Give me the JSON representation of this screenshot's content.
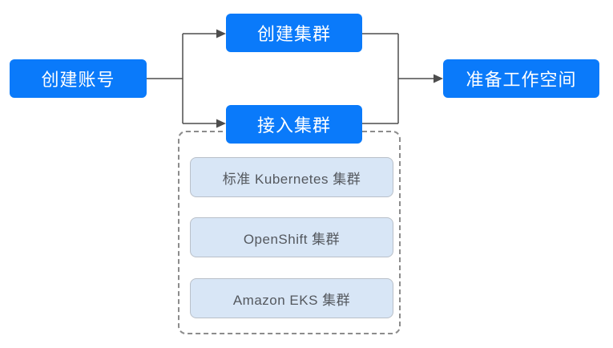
{
  "diagram": {
    "title": "cluster-onboarding-flowchart",
    "nodes": {
      "account": {
        "label": "创建账号"
      },
      "create_cluster": {
        "label": "创建集群"
      },
      "connect_cluster": {
        "label": "接入集群"
      },
      "workspace": {
        "label": "准备工作空间"
      }
    },
    "flow": [
      "创建账号 -> 创建集群",
      "创建账号 -> 接入集群",
      "创建集群 -> 准备工作空间",
      "接入集群 -> 准备工作空间"
    ],
    "cluster_types": [
      {
        "label": "标准 Kubernetes 集群"
      },
      {
        "label": "OpenShift 集群"
      },
      {
        "label": "Amazon EKS 集群"
      }
    ],
    "colors": {
      "primary_blue": "#0a7afa",
      "light_blue_fill": "#d8e6f6",
      "light_blue_border": "#b9c0c9",
      "dashed_border": "#8c8c8c",
      "arrow": "#4d4d4d",
      "node_text": "#ffffff",
      "cluster_text": "#54585e"
    }
  }
}
